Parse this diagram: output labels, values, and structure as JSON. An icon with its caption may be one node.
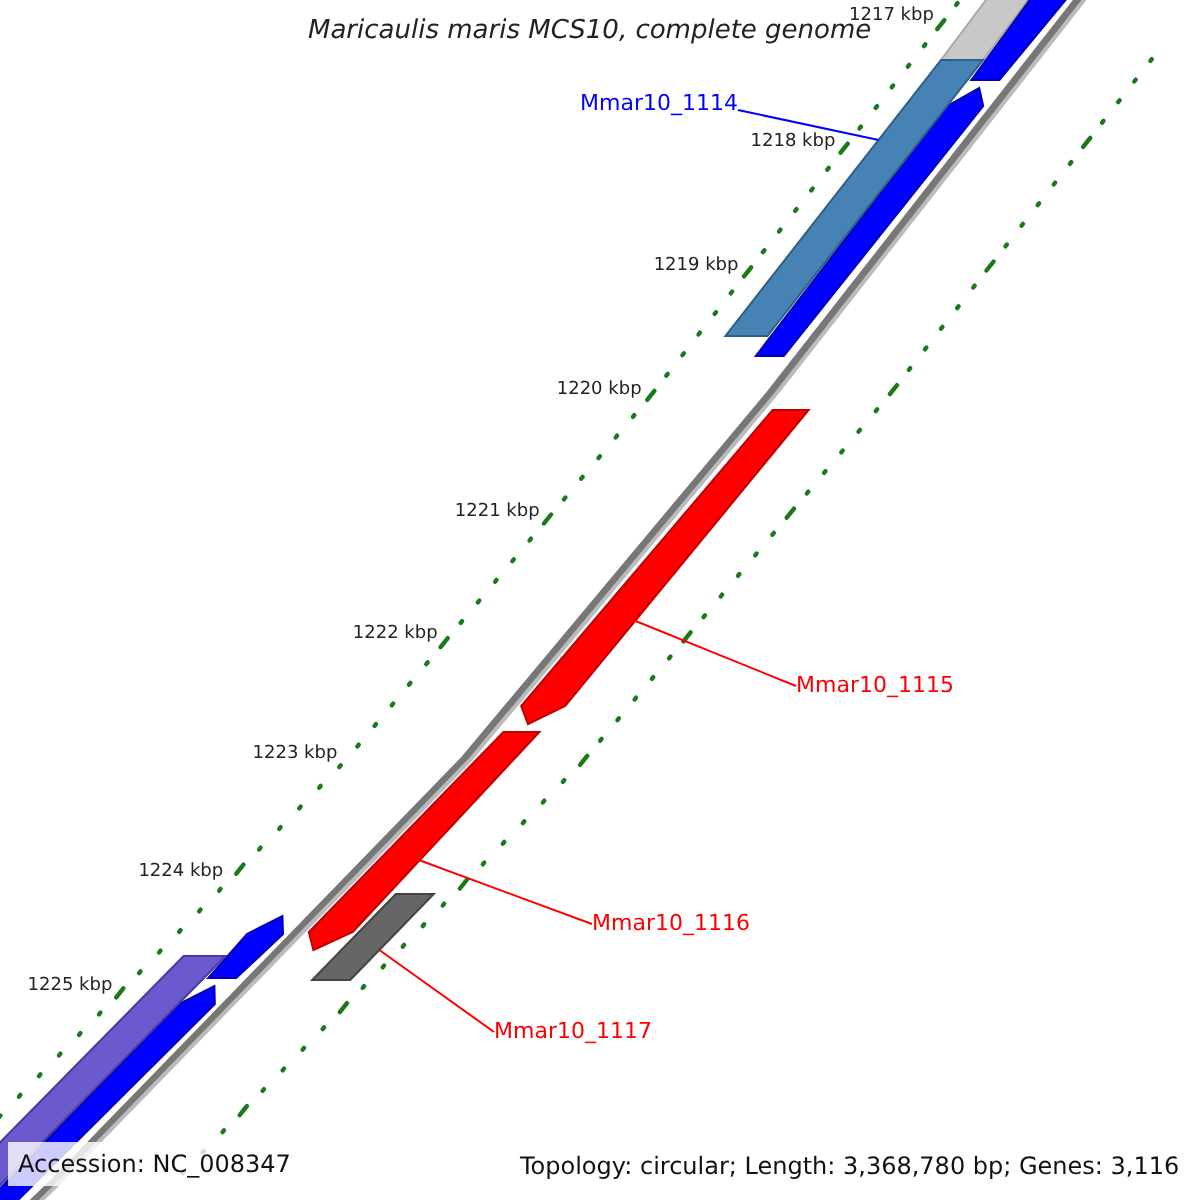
{
  "diagram": {
    "title": "Maricaulis maris MCS10, complete genome",
    "nodes": [
      {
        "text": [
          "Mmar10_1114"
        ]
      },
      {
        "text": [],
        "shape": "bar"
      },
      {
        "text": [
          "Mmar10_1115"
        ]
      },
      {
        "text": [],
        "shape": "bar"
      },
      {
        "text": [
          "Mmar10_1116"
        ]
      },
      {
        "text": [],
        "shape": "bar"
      },
      {
        "text": [
          "Mmar10_1117"
        ]
      },
      {
        "text": [],
        "shape": "bar"
      }
    ],
    "edges": [
      {
        "from": 0,
        "to": 1,
        "arrow": "none",
        "color": "#0000ff"
      },
      {
        "from": 2,
        "to": 3,
        "arrow": "none"
      },
      {
        "from": 4,
        "to": 5,
        "arrow": "none"
      },
      {
        "from": 6,
        "to": 7,
        "arrow": "none"
      }
    ],
    "labels": [
      "1217 kbp",
      "1218 kbp",
      "1219 kbp",
      "1220 kbp",
      "1221 kbp",
      "1222 kbp",
      "1223 kbp",
      "1224 kbp",
      "1225 kbp",
      "Accession: NC_008347",
      "Topology: circular; Length: 3,368,780 bp; Genes: 3,116"
    ]
  }
}
